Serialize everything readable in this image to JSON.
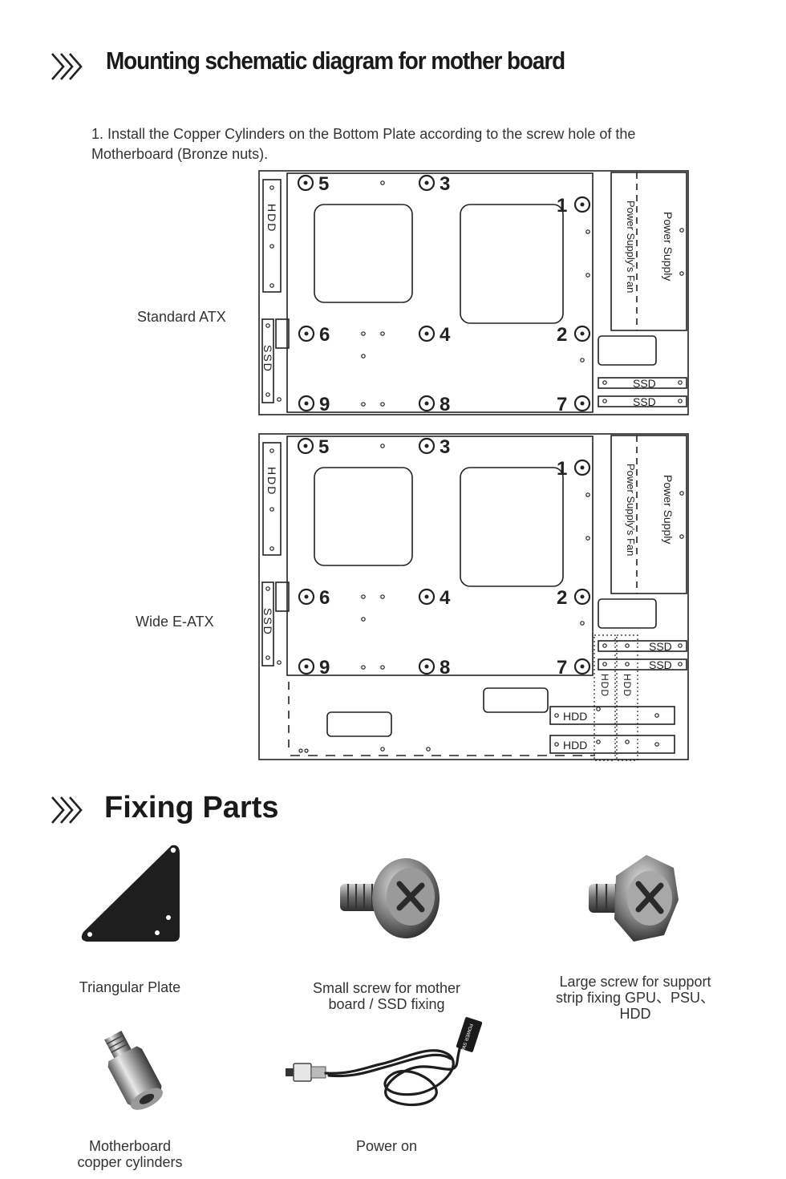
{
  "section1": {
    "title": "Mounting schematic diagram for mother board",
    "instruction": "1. Install the Copper Cylinders on the Bottom Plate according to the screw hole of the Motherboard (Bronze nuts)."
  },
  "diagrams": [
    {
      "label": "Standard ATX",
      "hdd_vertical": "HDD",
      "ssd_vertical": "SSD",
      "screw_numbers": [
        "5",
        "3",
        "1",
        "6",
        "4",
        "2",
        "9",
        "8",
        "7"
      ],
      "power_supply": "Power Supply",
      "power_supply_fan": "Power Supply’s Fan",
      "ssd_slots": [
        "SSD",
        "SSD"
      ]
    },
    {
      "label": "Wide E-ATX",
      "hdd_vertical": "HDD",
      "ssd_vertical": "SSD",
      "screw_numbers": [
        "5",
        "3",
        "1",
        "6",
        "4",
        "2",
        "9",
        "8",
        "7"
      ],
      "power_supply": "Power Supply",
      "power_supply_fan": "Power Supply’s Fan",
      "ssd_slots": [
        "SSD",
        "SSD"
      ],
      "hdd_slots": [
        "HDD",
        "HDD"
      ],
      "hdd_vertical_pair": [
        "HDD",
        "HDD"
      ]
    }
  ],
  "section2": {
    "title": "Fixing Parts"
  },
  "parts": [
    {
      "caption": "Triangular Plate",
      "icon": "triangular-plate-icon"
    },
    {
      "caption": "Small screw for mother\nboard / SSD fixing",
      "icon": "small-screw-icon"
    },
    {
      "caption": "Large screw for support\nstrip fixing GPU、PSU、HDD",
      "icon": "large-screw-icon"
    },
    {
      "caption": "Motherboard\ncopper cylinders",
      "icon": "copper-cylinder-icon"
    },
    {
      "caption": "Power on",
      "icon": "power-button-cable-icon"
    }
  ],
  "cable_tag": "POWER SW"
}
